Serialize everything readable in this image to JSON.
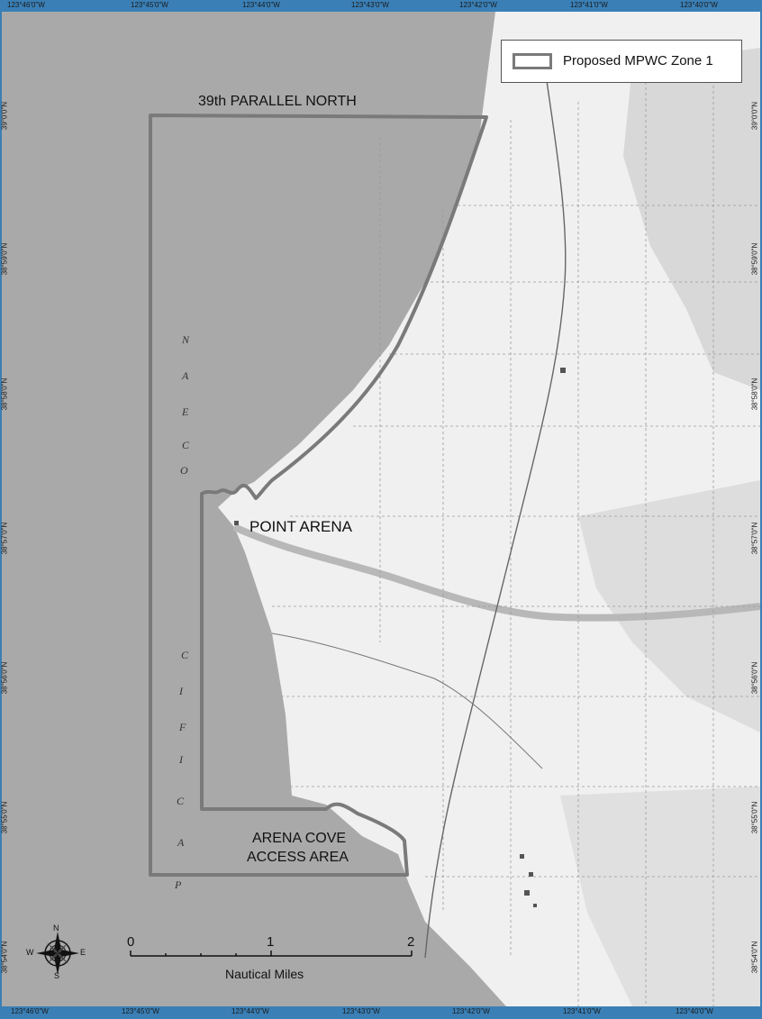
{
  "legend": {
    "entry": "Proposed MPWC Zone 1"
  },
  "ticks": {
    "top": [
      "123°46'0\"W",
      "123°45'0\"W",
      "123°44'0\"W",
      "123°43'0\"W",
      "123°42'0\"W",
      "123°41'0\"W",
      "123°40'0\"W"
    ],
    "bottom": [
      "123°46'0\"W",
      "123°45'0\"W",
      "123°44'0\"W",
      "123°43'0\"W",
      "123°42'0\"W",
      "123°41'0\"W",
      "123°40'0\"W"
    ],
    "left": [
      "39°0'0\"N",
      "38°59'0\"N",
      "38°58'0\"N",
      "38°57'0\"N",
      "38°56'0\"N",
      "38°55'0\"N",
      "38°54'0\"N"
    ],
    "right": [
      "39°0'0\"N",
      "38°59'0\"N",
      "38°58'0\"N",
      "38°57'0\"N",
      "38°56'0\"N",
      "38°55'0\"N",
      "38°54'0\"N"
    ]
  },
  "labels": {
    "parallel": "39th PARALLEL NORTH",
    "point_arena": "POINT ARENA",
    "arena_cove_1": "ARENA COVE",
    "arena_cove_2": "ACCESS AREA"
  },
  "ocean_letters": [
    "P",
    "A",
    "C",
    "I",
    "F",
    "I",
    "C",
    "O",
    "C",
    "E",
    "A",
    "N"
  ],
  "scale_bar": {
    "ticks": [
      "0",
      "1",
      "2"
    ],
    "unit": "Nautical Miles"
  },
  "compass": {
    "n": "N",
    "s": "S",
    "e": "E",
    "w": "W"
  },
  "colors": {
    "frame": "#3a7fb5",
    "ocean": "#a9a9a9",
    "land": "#f2f2f2",
    "zone_outline": "#7a7a7a"
  }
}
